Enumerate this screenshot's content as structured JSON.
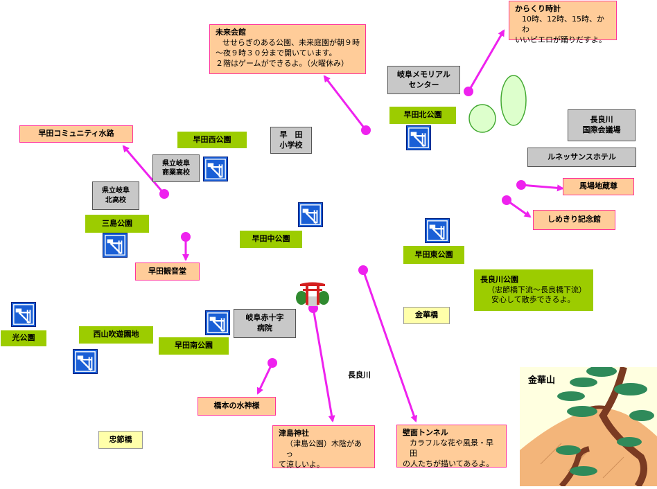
{
  "colors": {
    "accent_line": "#ee22ee",
    "park_green": "#9ccc00",
    "note_fill": "#ffcc99",
    "note_border": "#ff3399",
    "building_gray": "#c8c8c8",
    "bridge_yellow": "#ffffaa"
  },
  "parks": {
    "kita": "早田北公園",
    "nishi": "早田西公園",
    "naka": "早田中公園",
    "higashi": "早田東公園",
    "minami": "早田南公園",
    "mishima": "三島公園",
    "hikari": "光公園",
    "nishiyama": "西山吹遊園地"
  },
  "nagaragawa_park": {
    "title": "長良川公園",
    "desc1": "（忠節橋下流～長良橋下流）",
    "desc2": "安心して散歩できるよ。"
  },
  "buildings": {
    "memorial": [
      "岐阜メモリアル",
      "センター"
    ],
    "school": [
      "早　田",
      "小学校"
    ],
    "shogyo": [
      "県立岐阜",
      "商業高校"
    ],
    "kita_high": [
      "県立岐阜",
      "北高校"
    ],
    "kaigijo": [
      "長良川",
      "国際会議場"
    ],
    "renaissance": "ルネッサンスホテル",
    "hospital": [
      "岐阜赤十字",
      "病院"
    ]
  },
  "notes": {
    "mirai": {
      "title": "未来会館",
      "lines": [
        "せせらぎのある公園、未来庭園が朝９時",
        "～夜９時３０分まで開いています。",
        "２階はゲームができるよ。（火曜休み）"
      ]
    },
    "karakuri": {
      "title": "からくり時計",
      "lines": [
        "10時、12時、15時、かわ",
        "いいピエロが踊りだすよ。"
      ]
    },
    "suiro": "早田コミュニティ水路",
    "bababa": "馬場地蔵尊",
    "shimekiri": "しめきり記念館",
    "kannon": "早田観音堂",
    "suijin": "橋本の水神様",
    "tsushima": {
      "title": "津島神社",
      "lines": [
        "（津島公園）木陰があっ",
        "て涼しいよ。"
      ]
    },
    "tunnel": {
      "title": "壁面トンネル",
      "lines": [
        "カラフルな花や風景・早田",
        "の人たちが描いてあるよ。"
      ]
    }
  },
  "bridges": {
    "kinka": "金華橋",
    "chusetsu": "忠節橋"
  },
  "labels": {
    "river": "長良川",
    "mountain": "金華山"
  },
  "icons": {
    "park": "park-slide-icon",
    "shrine": "torii-gate-icon",
    "mountain": "pine-tree-mountain-icon"
  }
}
